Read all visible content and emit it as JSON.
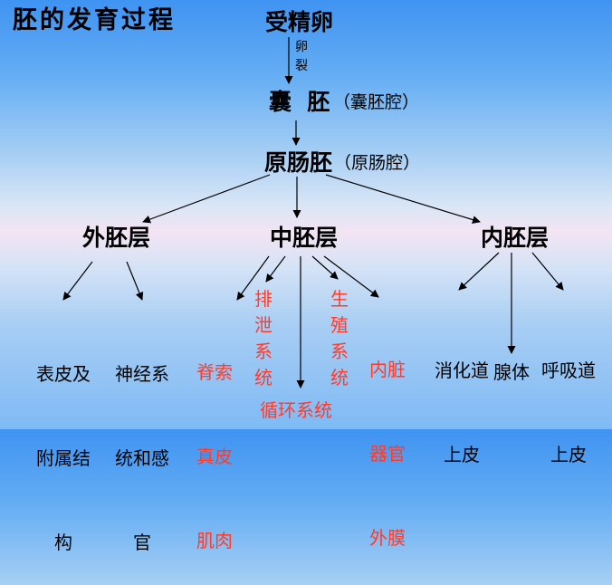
{
  "colors": {
    "background_top": "#3f93f2",
    "background_middle": "#f3e4f3",
    "background_bottom": "#7fbaf5",
    "text": "#000000",
    "highlight": "#ff3b2a"
  },
  "title": "胚的发育过程",
  "root": "受精卵",
  "cleavage_label": [
    "卵",
    "裂"
  ],
  "blastocyst": {
    "label": "囊  胚",
    "paren": "（囊胚腔）"
  },
  "gastrula": {
    "label": "原肠胚",
    "paren": "（原肠腔）"
  },
  "layers": {
    "ectoderm": "外胚层",
    "mesoderm": "中胚层",
    "endoderm": "内胚层"
  },
  "ectoderm_derivatives": {
    "skin": [
      "表皮及",
      "附属结",
      "构"
    ],
    "nervous": [
      "神经系",
      "统和感",
      "官"
    ]
  },
  "mesoderm_derivatives": {
    "spine": [
      "脊索",
      "真皮",
      "肌肉"
    ],
    "excretory": [
      "排",
      "泄",
      "系",
      "统"
    ],
    "circulatory": "循环系统",
    "reproductive": [
      "生",
      "殖",
      "系",
      "统"
    ],
    "visceral": [
      "内脏",
      "器官",
      "外膜"
    ]
  },
  "endoderm_derivatives": {
    "digestive": [
      "消化道",
      "上皮"
    ],
    "glands": "腺体",
    "respiratory": [
      "呼吸道",
      "上皮"
    ]
  }
}
